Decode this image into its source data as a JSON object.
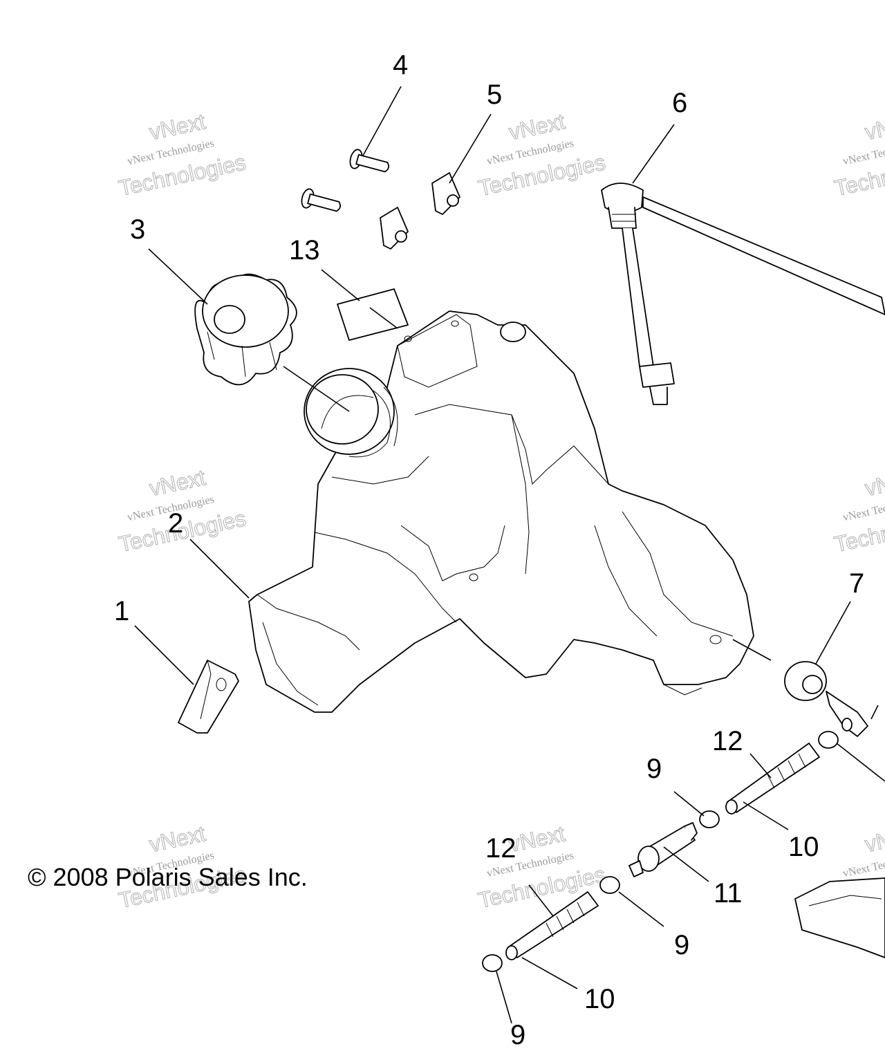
{
  "copyright": "© 2008 Polaris Sales Inc.",
  "watermark": {
    "line1": "vNext",
    "line2": "vNext Technologies",
    "line3": "Technologies"
  },
  "callouts": {
    "c1": "1",
    "c2": "2",
    "c3": "3",
    "c4": "4",
    "c5": "5",
    "c6": "6",
    "c7": "7",
    "c9a": "9",
    "c9b": "9",
    "c9c": "9",
    "c10a": "10",
    "c10b": "10",
    "c11": "11",
    "c12a": "12",
    "c12b": "12",
    "c13": "13"
  }
}
